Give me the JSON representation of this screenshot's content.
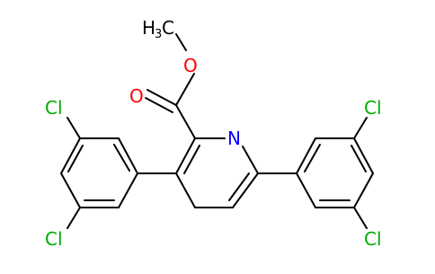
{
  "molecule": {
    "atom_labels": {
      "methyl": "H",
      "methyl_sub": "3",
      "methyl_c": "C",
      "ester_o_single": "O",
      "ester_o_double": "O",
      "ring_n": "N",
      "cl_left_top": "Cl",
      "cl_left_bottom": "Cl",
      "cl_right_top": "Cl",
      "cl_right_bottom": "Cl"
    },
    "colors": {
      "bond": "#000000",
      "oxygen": "#ff0000",
      "nitrogen": "#0000ff",
      "chlorine": "#00aa00",
      "carbon": "#000000"
    }
  }
}
